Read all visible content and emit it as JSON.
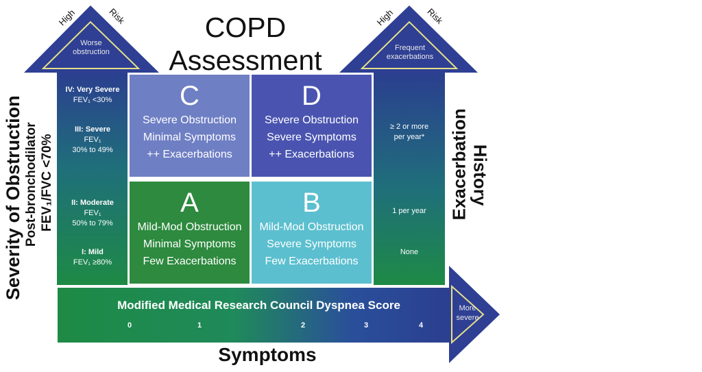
{
  "title": [
    "COPD",
    "Assessment"
  ],
  "left_arrow": {
    "high": "High",
    "risk": "Risk",
    "note_1": "Worse",
    "note_2": "obstruction"
  },
  "right_arrow": {
    "high": "High",
    "risk": "Risk",
    "note_1": "Frequent",
    "note_2": "exacerbations"
  },
  "axis_left": {
    "title": "Severity of Obstruction",
    "subtitle_1": "Post-bronchodilator",
    "subtitle_2": "FEV₁/FVC <70%"
  },
  "axis_right": {
    "title_1": "Exacerbation",
    "title_2": "History"
  },
  "gold_grades": [
    {
      "name": "IV: Very Severe",
      "line1": "FEV₁ <30%",
      "line2": ""
    },
    {
      "name": "III: Severe",
      "line1": "FEV₁",
      "line2": "30% to 49%"
    },
    {
      "name": "II: Moderate",
      "line1": "FEV₁",
      "line2": "50% to 79%"
    },
    {
      "name": "I: Mild",
      "line1": "FEV₁ ≥80%",
      "line2": ""
    }
  ],
  "exacerbations": [
    {
      "label_1": "≥ 2 or more",
      "label_2": "per year*"
    },
    {
      "label_1": "1 per year",
      "label_2": ""
    },
    {
      "label_1": "None",
      "label_2": ""
    }
  ],
  "quadrants": [
    {
      "letter": "C",
      "lines": [
        "Severe Obstruction",
        "Minimal Symptoms",
        "++ Exacerbations"
      ],
      "color": "#6f7fc4"
    },
    {
      "letter": "D",
      "lines": [
        "Severe Obstruction",
        "Severe Symptoms",
        "++ Exacerbations"
      ],
      "color": "#4a54b0"
    },
    {
      "letter": "A",
      "lines": [
        "Mild-Mod Obstruction",
        "Minimal Symptoms",
        "Few Exacerbations"
      ],
      "color": "#2d8a3e"
    },
    {
      "letter": "B",
      "lines": [
        "Mild-Mod Obstruction",
        "Severe Symptoms",
        "Few Exacerbations"
      ],
      "color": "#5bbfcf"
    }
  ],
  "bottom_arrow": {
    "title": "Modified Medical Research Council Dyspnea Score",
    "ticks": [
      "0",
      "1",
      "2",
      "3",
      "4"
    ],
    "note_1": "More",
    "note_2": "severe"
  },
  "axis_bottom": {
    "title": "Symptoms"
  }
}
